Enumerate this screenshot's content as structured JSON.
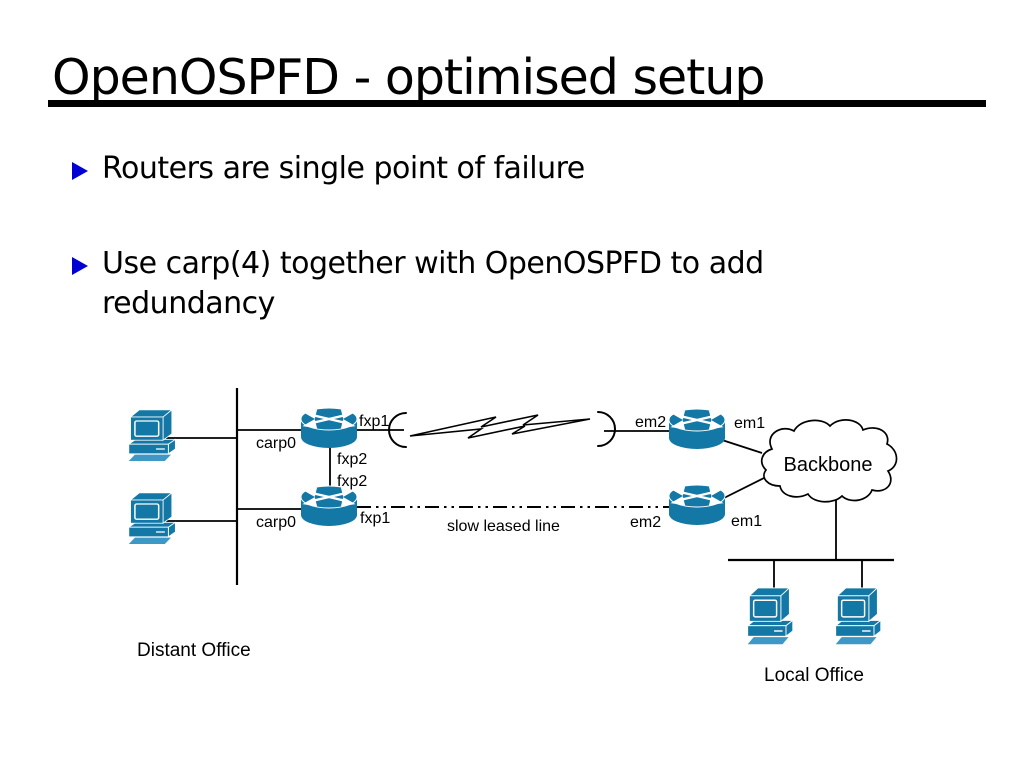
{
  "slide": {
    "title": "OpenOSPFD - optimised setup",
    "bullets": [
      "Routers are single point of failure",
      "Use carp(4) together with OpenOSPFD to add redundancy"
    ]
  },
  "diagram": {
    "distant_office": "Distant Office",
    "local_office": "Local Office",
    "backbone": "Backbone",
    "slow_link": "slow leased line",
    "router_top_left": {
      "lan_if": "carp0",
      "wan_if": "fxp1",
      "sync_if": "fxp2"
    },
    "router_bottom_left": {
      "lan_if": "carp0",
      "wan_if": "fxp1",
      "sync_if": "fxp2"
    },
    "router_top_right": {
      "wan_if": "em2",
      "lan_if": "em1"
    },
    "router_bottom_right": {
      "wan_if": "em2",
      "lan_if": "em1"
    },
    "colors": {
      "device": "#1478a6",
      "device_light": "#3d98c6",
      "bullet_marker": "#0000d4",
      "line": "#000000"
    }
  }
}
